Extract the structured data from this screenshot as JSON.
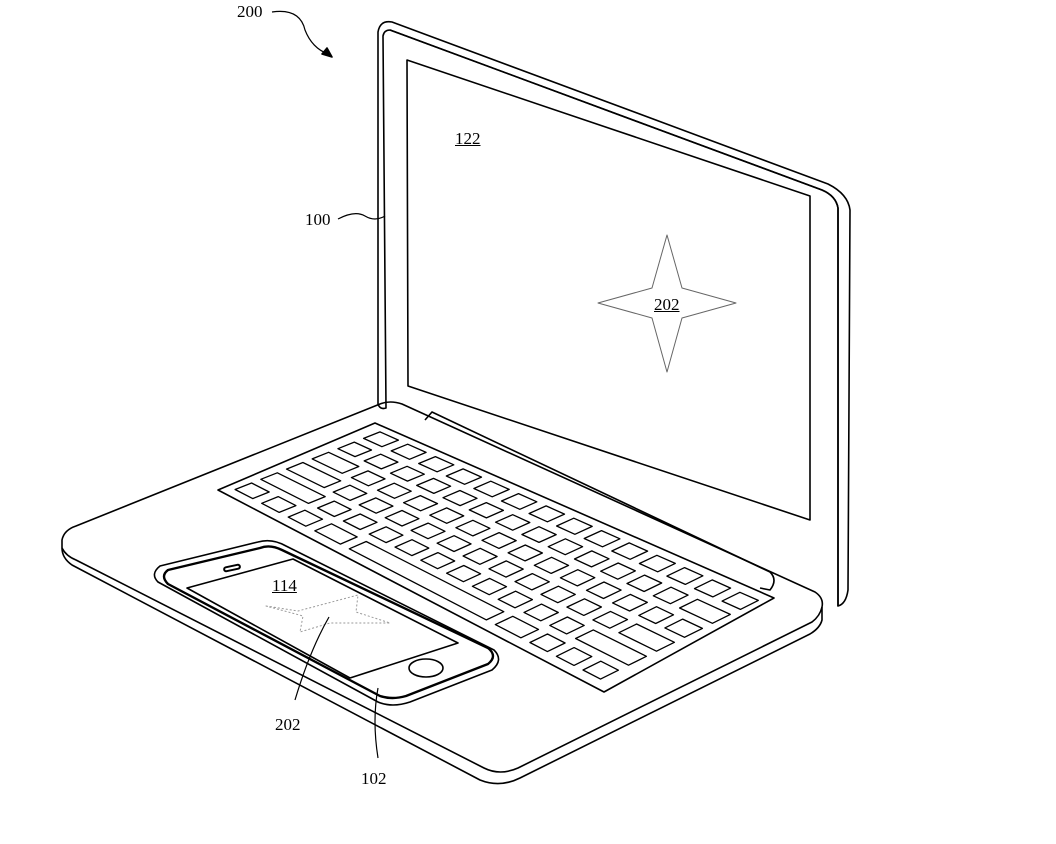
{
  "figure": {
    "ref_system": "200",
    "ref_laptop": "100",
    "ref_laptop_display": "122",
    "ref_display_object": "202",
    "ref_phone_display": "114",
    "ref_phone_object": "202",
    "ref_phone": "102"
  },
  "colors": {
    "line": "#000000",
    "dotted": "#9a9a9a"
  }
}
